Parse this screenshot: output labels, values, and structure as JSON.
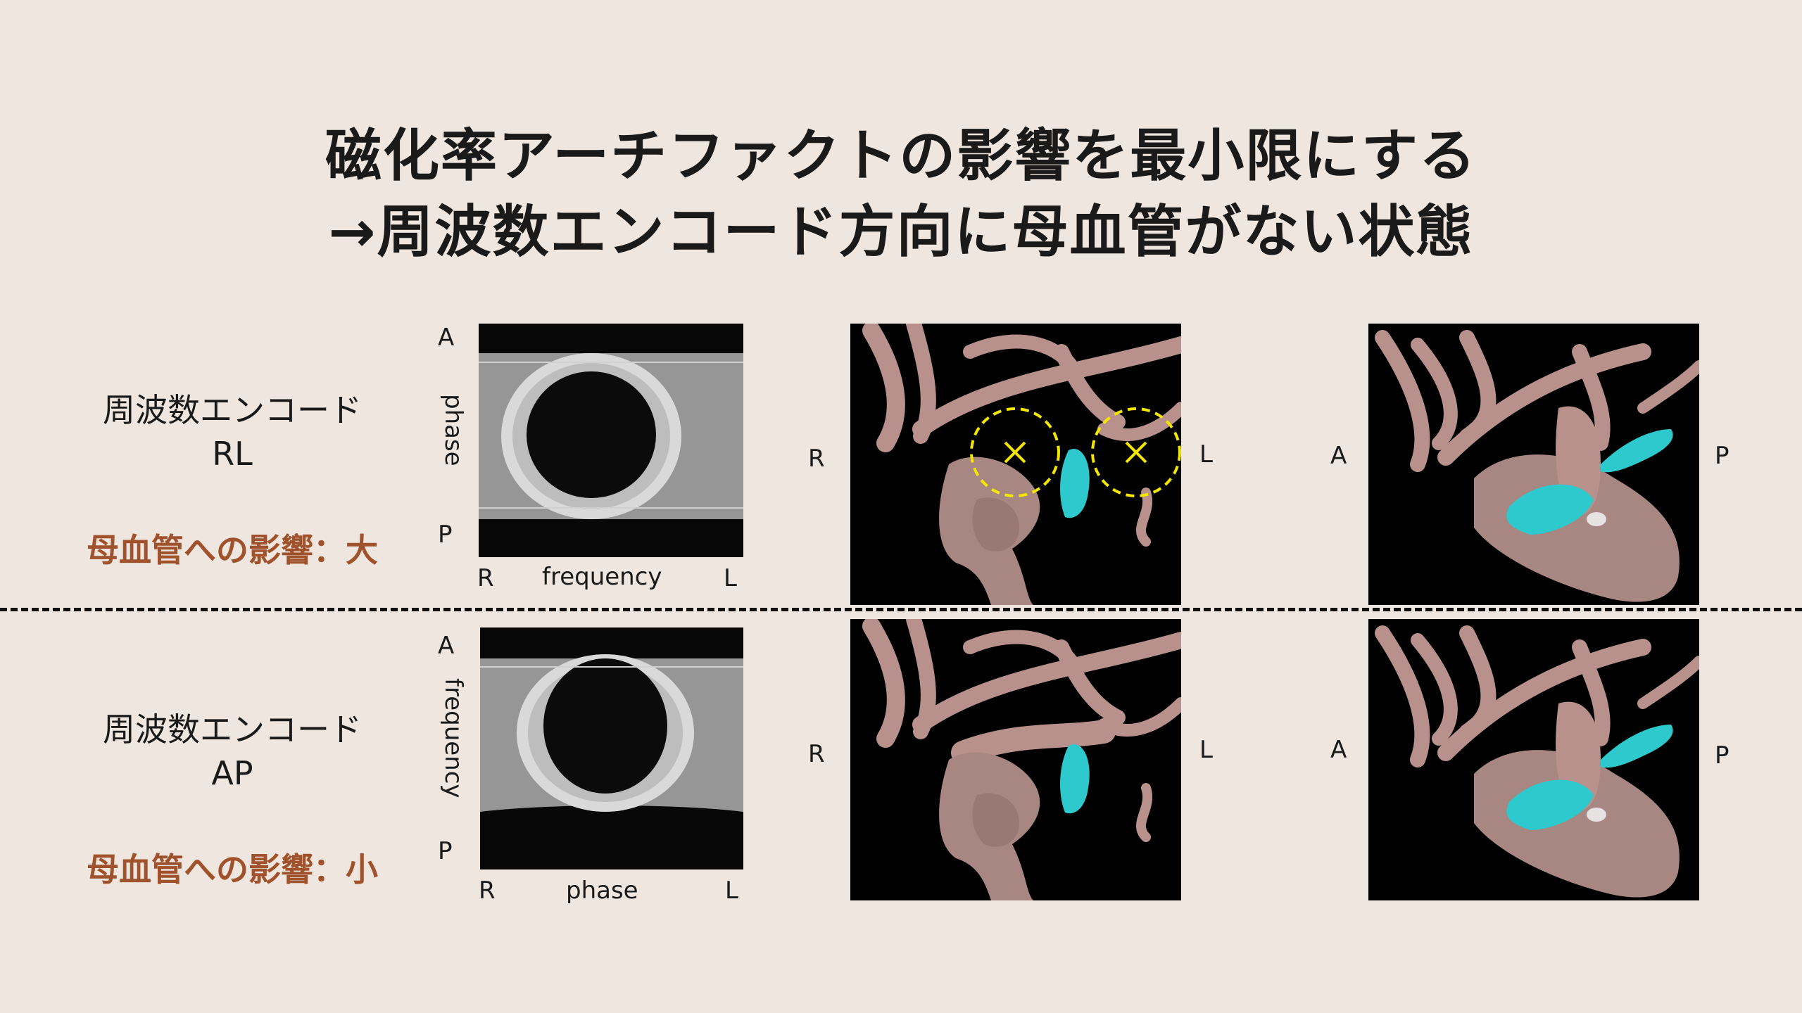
{
  "title": {
    "line1": "磁化率アーチファクトの影響を最小限にする",
    "line2": "→周波数エンコード方向に母血管がない状態"
  },
  "rows": [
    {
      "encode_label": "周波数エンコード",
      "encode_dir": "RL",
      "impact": "母血管への影響：大",
      "phantom": {
        "top": "A",
        "bottom": "P",
        "side": "phase",
        "left": "R",
        "center": "frequency",
        "right": "L"
      },
      "view1": {
        "left": "R",
        "right": "L"
      },
      "view2": {
        "left": "A",
        "right": "P"
      },
      "markers": [
        "×",
        "×"
      ]
    },
    {
      "encode_label": "周波数エンコード",
      "encode_dir": "AP",
      "impact": "母血管への影響：小",
      "phantom": {
        "top": "A",
        "bottom": "P",
        "side": "frequency",
        "left": "R",
        "center": "phase",
        "right": "L"
      },
      "view1": {
        "left": "R",
        "right": "L"
      },
      "view2": {
        "left": "A",
        "right": "P"
      }
    }
  ],
  "colors": {
    "background": "#efe7df",
    "impact_text": "#a0522d",
    "vessel": "#b8908c",
    "aneurysm": "#2ec9cc",
    "marker": "#f3e600"
  }
}
